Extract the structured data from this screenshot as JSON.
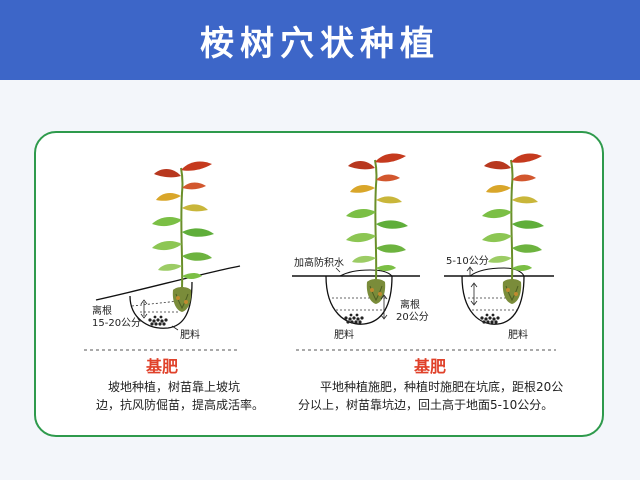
{
  "title": "桉树穴状种植",
  "left": {
    "label_depth_1": "离根",
    "label_depth_2": "15-20公分",
    "label_fertilizer": "肥料",
    "heading": "基肥",
    "desc_line1": "坡地种植，树苗靠上坡坑",
    "desc_line2": "边，抗风防倔苗，提高成活率。"
  },
  "right": {
    "label_raise": "加高防积水",
    "label_depth_1": "离根",
    "label_depth_2": "20公分",
    "label_fertilizer_mid": "肥料",
    "label_gap": "5-10公分",
    "label_fertilizer_right": "肥料",
    "heading": "基肥",
    "desc_line1": "平地种植施肥，种植时施肥在坑底，距根20公",
    "desc_line2": "分以上，树苗靠坑边，回土高于地面5-10公分。"
  },
  "colors": {
    "header": "#3d66c8",
    "card_border": "#2e9a4c",
    "accent_red": "#e0412a",
    "leaf_red": "#c53a1e",
    "leaf_green": "#5fae3a"
  }
}
